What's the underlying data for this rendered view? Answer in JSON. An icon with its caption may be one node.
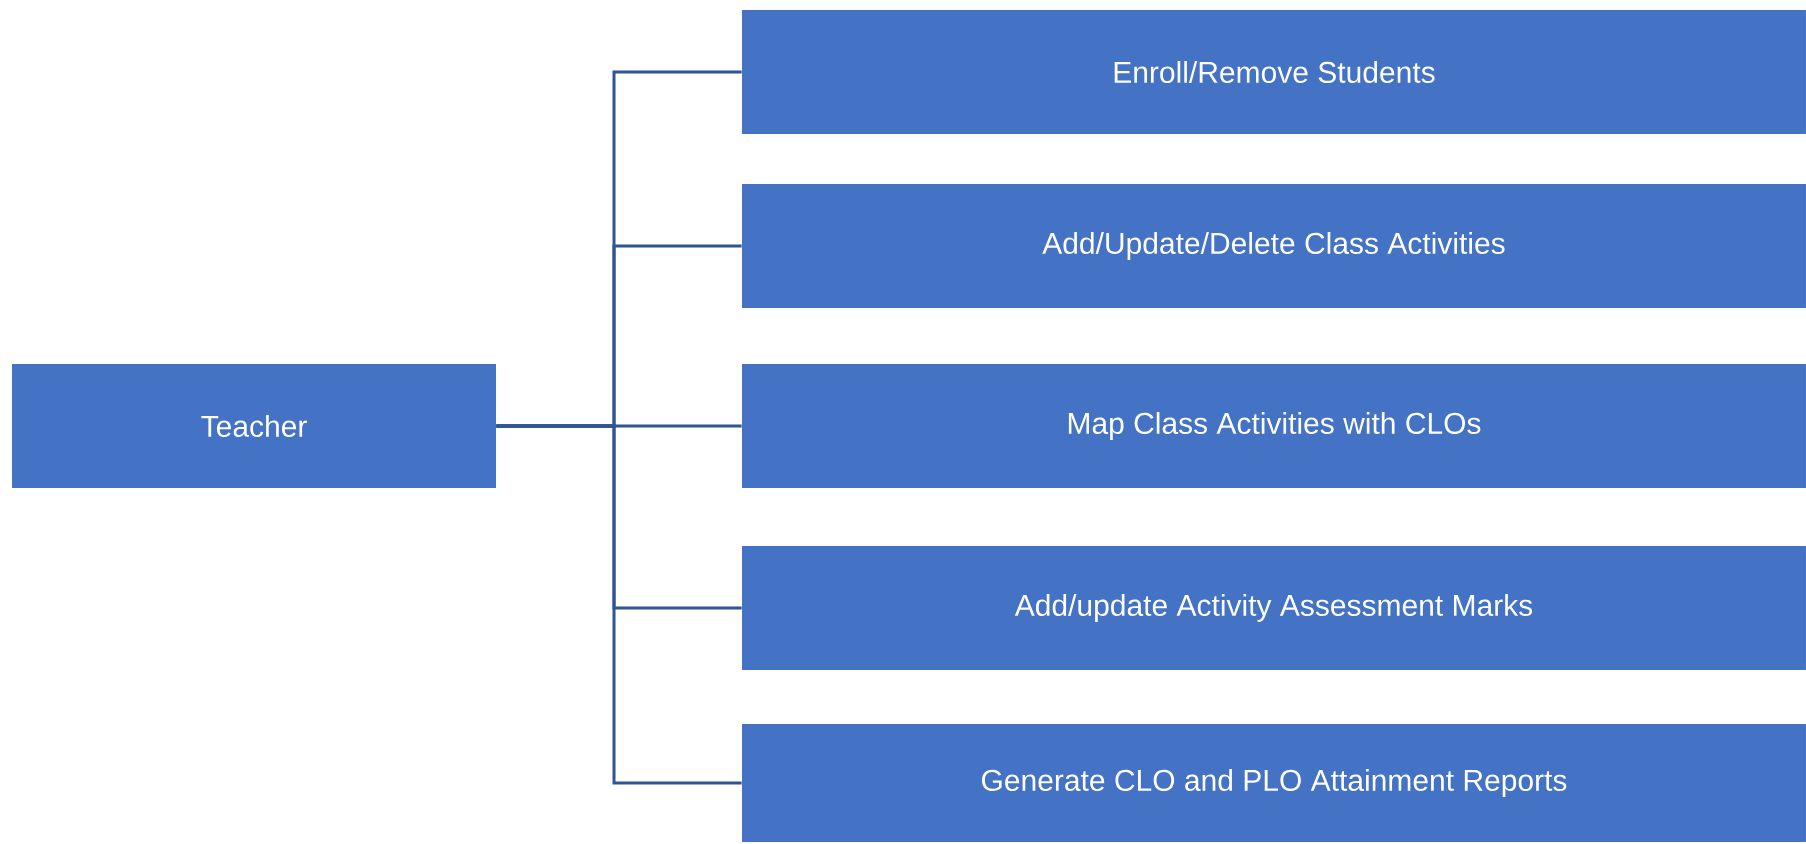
{
  "diagram": {
    "nodes": [
      {
        "text": [
          "Teacher"
        ]
      },
      {
        "text": [
          "Enroll/Remove Students"
        ]
      },
      {
        "text": [
          "Add/Update/Delete Class Activities"
        ]
      },
      {
        "text": [
          "Map Class Activities with CLOs"
        ]
      },
      {
        "text": [
          "Add/update Activity Assessment Marks"
        ]
      },
      {
        "text": [
          "Generate CLO and PLO Attainment Reports"
        ]
      }
    ],
    "edges": [
      {
        "from": 0,
        "to": 1,
        "arrow": "none"
      },
      {
        "from": 0,
        "to": 2,
        "arrow": "none"
      },
      {
        "from": 0,
        "to": 3,
        "arrow": "none"
      },
      {
        "from": 0,
        "to": 4,
        "arrow": "none"
      },
      {
        "from": 0,
        "to": 5,
        "arrow": "none"
      }
    ]
  }
}
